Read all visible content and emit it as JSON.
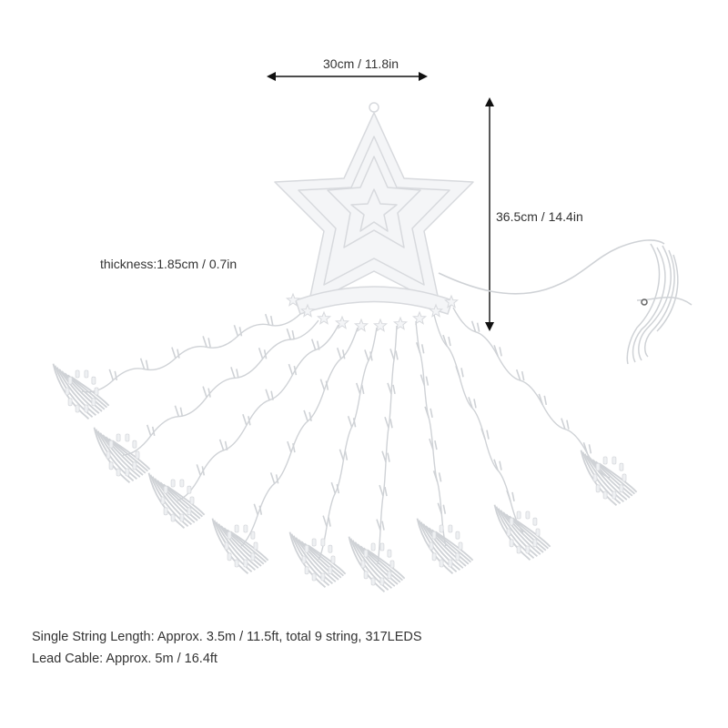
{
  "dimensions": {
    "width_label": "30cm / 11.8in",
    "height_label": "36.5cm / 14.4in",
    "thickness_label": "thickness:1.85cm / 0.7in"
  },
  "specs": {
    "line1": "Single String Length: Approx. 3.5m / 11.5ft, total 9 string, 317LEDS",
    "line2": "Lead Cable: Approx. 5m / 16.4ft"
  },
  "colors": {
    "background": "#ffffff",
    "star_fill": "#f4f5f7",
    "star_outline": "#d7d9dd",
    "wire": "#cfd2d6",
    "arrow": "#111111",
    "text": "#333333"
  },
  "product": {
    "string_count": 9
  }
}
